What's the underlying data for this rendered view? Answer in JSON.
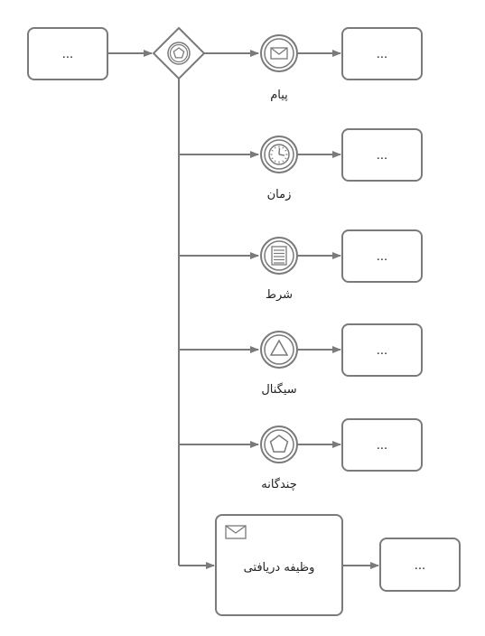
{
  "diagram": {
    "start_task": {
      "label": "..."
    },
    "gateway": {
      "icon": "pentagon-icon"
    },
    "branches": [
      {
        "event_icon": "envelope-icon",
        "event_label": "پیام",
        "target_label": "..."
      },
      {
        "event_icon": "clock-icon",
        "event_label": "زمان",
        "target_label": "..."
      },
      {
        "event_icon": "document-lines-icon",
        "event_label": "شرط",
        "target_label": "..."
      },
      {
        "event_icon": "triangle-icon",
        "event_label": "سیگنال",
        "target_label": "..."
      },
      {
        "event_icon": "pentagon-icon",
        "event_label": "چندگانه",
        "target_label": "..."
      }
    ],
    "receive_task": {
      "icon": "envelope-icon",
      "label": "وظیفه دریافتی"
    },
    "receive_target": {
      "label": "..."
    },
    "colors": {
      "stroke": "#7a7a7a",
      "fill": "#ffffff",
      "text": "#222222"
    }
  }
}
